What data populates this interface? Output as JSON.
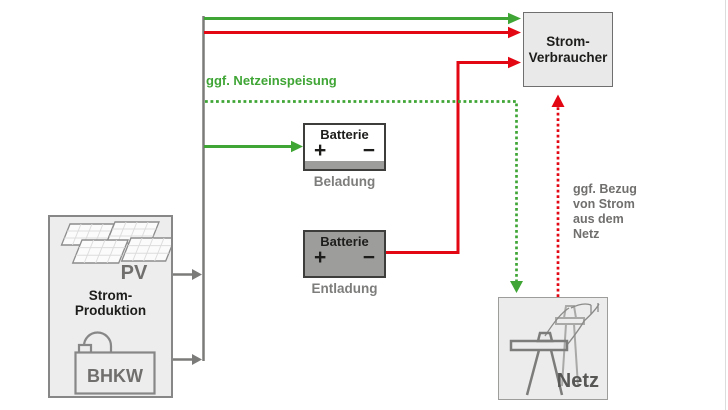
{
  "colors": {
    "green": "#3fa535",
    "red": "#e30613",
    "line_gray": "#7b7b7a",
    "text_dark": "#1d1d1b",
    "text_gray": "#706f6e",
    "caption_gray": "#7d7d7c",
    "box_fill": "#ededed",
    "box_border": "#878787",
    "consumer_border": "#706f6f",
    "battery_border": "#3d3d3b",
    "battery_gray": "#9d9d9c",
    "netz_border": "#9d9d9c",
    "icon_gray": "#8a8a89",
    "page_edge": "#dcdcdc"
  },
  "production": {
    "title": "Strom-\nProduktion",
    "pv_label": "PV",
    "bhkw_label": "BHKW"
  },
  "battery_charge": {
    "title": "Batterie",
    "plus": "+",
    "minus": "−",
    "caption": "Beladung"
  },
  "battery_discharge": {
    "title": "Batterie",
    "plus": "+",
    "minus": "−",
    "caption": "Entladung"
  },
  "consumer": {
    "label": "Strom-\nVerbraucher"
  },
  "grid": {
    "label": "Netz"
  },
  "annotations": {
    "feed_in": "ggf. Netzeinspeisung",
    "grid_draw": "ggf. Bezug\nvon Strom\naus dem\nNetz"
  },
  "icons": {
    "pv": "solar-panels-icon",
    "bhkw": "bhkw-generator-icon",
    "grid": "power-pylon-icon",
    "plus": "plus-icon",
    "minus": "minus-icon"
  },
  "edges": [
    {
      "id": "production-to-consumer-green",
      "from": "strom-produktion",
      "to": "strom-verbraucher",
      "style": "solid",
      "color": "green"
    },
    {
      "id": "production-to-consumer-red",
      "from": "strom-produktion",
      "to": "strom-verbraucher",
      "style": "solid",
      "color": "red"
    },
    {
      "id": "production-to-battery-green",
      "from": "strom-produktion",
      "to": "batterie-beladung",
      "style": "solid",
      "color": "green"
    },
    {
      "id": "battery-discharge-to-consumer-red",
      "from": "batterie-entladung",
      "to": "strom-verbraucher",
      "style": "solid",
      "color": "red"
    },
    {
      "id": "feed-in-to-grid-green-dotted",
      "from": "strom-produktion",
      "to": "netz",
      "style": "dotted",
      "color": "green",
      "label": "ggf. Netzeinspeisung"
    },
    {
      "id": "grid-draw-to-consumer-red-dotted",
      "from": "netz",
      "to": "strom-verbraucher",
      "style": "dotted",
      "color": "red",
      "label": "ggf. Bezug von Strom aus dem Netz"
    },
    {
      "id": "pv-to-bus-gray",
      "from": "pv",
      "to": "bus",
      "style": "solid",
      "color": "gray"
    },
    {
      "id": "bhkw-to-bus-gray",
      "from": "bhkw",
      "to": "bus",
      "style": "solid",
      "color": "gray"
    }
  ]
}
